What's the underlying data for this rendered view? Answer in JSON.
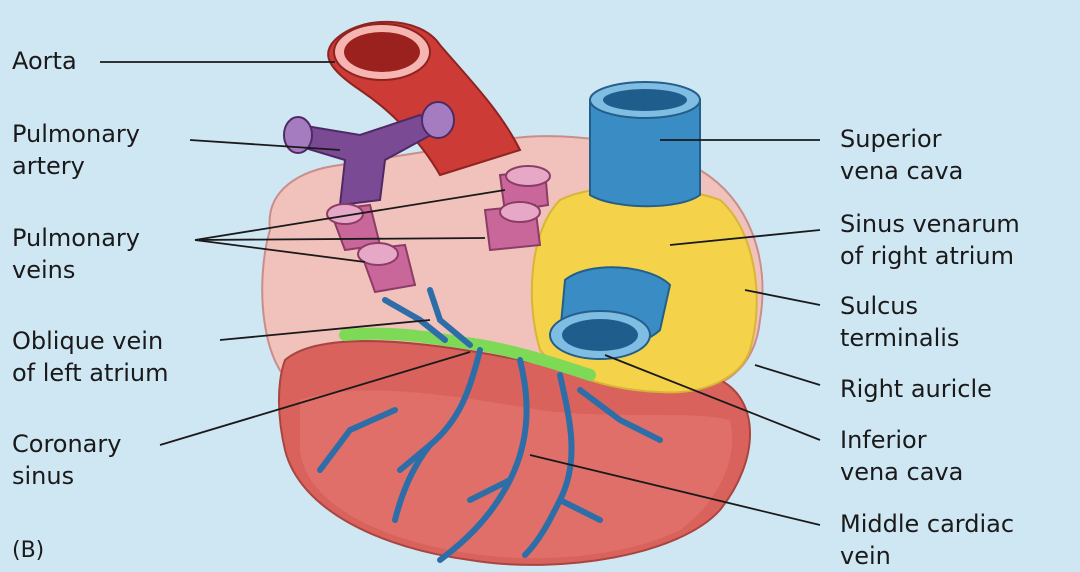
{
  "figure": {
    "panel_label": "(B)",
    "labels": {
      "aorta": "Aorta",
      "pulmonary_artery": "Pulmonary\nartery",
      "pulmonary_veins": "Pulmonary\nveins",
      "oblique_vein": "Oblique vein\nof left atrium",
      "coronary_sinus": "Coronary\nsinus",
      "superior_vena_cava": "Superior\nvena cava",
      "sinus_venarum": "Sinus venarum\nof right atrium",
      "sulcus_terminalis": "Sulcus\nterminalis",
      "right_auricle": "Right auricle",
      "inferior_vena_cava": "Inferior\nvena cava",
      "middle_cardiac_vein": "Middle cardiac\nvein"
    }
  },
  "colors": {
    "background": "#cfe6f3",
    "atrium_pink": "#f1c1bc",
    "ventricle_red": "#d9625c",
    "aorta_red": "#cc3b36",
    "pulmonary_artery_purple": "#7b4a95",
    "pulmonary_vein_pink": "#c9679a",
    "vena_cava_blue": "#3a8cc4",
    "sinus_venarum_yellow": "#f4d24a",
    "coronary_sinus_green": "#7ed957",
    "vein_blue": "#2d6ea8"
  }
}
